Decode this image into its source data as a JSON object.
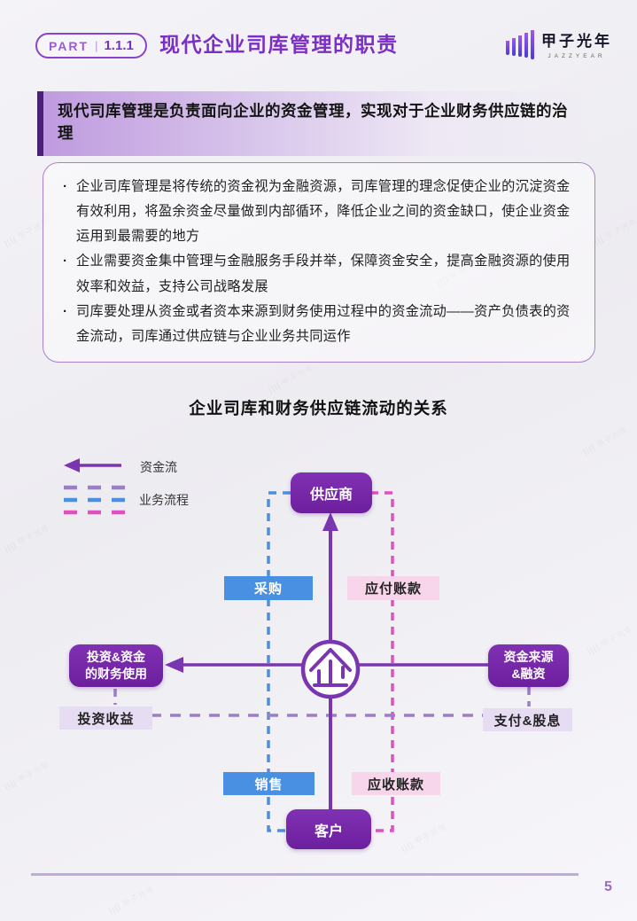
{
  "header": {
    "part_label": "PART",
    "part_number": "1.1.1",
    "title": "现代企业司库管理的职责",
    "brand_name": "甲子光年",
    "brand_subtitle": "JAZZYEAR"
  },
  "banner": {
    "text": "现代司库管理是负责面向企业的资金管理，实现对于企业财务供应链的治理"
  },
  "bullets": [
    "企业司库管理是将传统的资金视为金融资源，司库管理的理念促使企业的沉淀资金有效利用，将盈余资金尽量做到内部循环，降低企业之间的资金缺口，使企业资金运用到最需要的地方",
    "企业需要资金集中管理与金融服务手段并举，保障资金安全，提高金融资源的使用效率和效益，支持公司战略发展",
    "司库要处理从资金或者资本来源到财务使用过程中的资金流动——资产负债表的资金流动，司库通过供应链与企业业务共同运作"
  ],
  "diagram": {
    "title": "企业司库和财务供应链流动的关系",
    "legend": {
      "capital_flow": "资金流",
      "business_process": "业务流程"
    },
    "nodes": {
      "supplier": "供应商",
      "customer": "客户",
      "investment_use_line1": "投资&资金",
      "investment_use_line2": "的财务使用",
      "funding_source_line1": "资金来源",
      "funding_source_line2": "&融资",
      "center_icon": "enterprise-house-icon"
    },
    "labels": {
      "procurement": "采购",
      "accounts_payable": "应付账款",
      "investment_income": "投资收益",
      "payment_dividend": "支付&股息",
      "sales": "销售",
      "accounts_receivable": "应收账款"
    }
  },
  "colors": {
    "accent_purple": "#7b2fc4",
    "node_purple": "#7527a8",
    "solid_flow_purple": "#7a35b0",
    "dash_purple": "#9b7ec8",
    "dash_blue": "#4a90e2",
    "dash_magenta": "#e050c0",
    "label_blue": "#4a90e2",
    "label_pink": "#f7d6eb",
    "label_lavender": "#e6ddf2",
    "banner_dark_bar": "#4b2177"
  },
  "watermark": {
    "text": "甲子光年"
  },
  "footer": {
    "page_number": "5"
  }
}
